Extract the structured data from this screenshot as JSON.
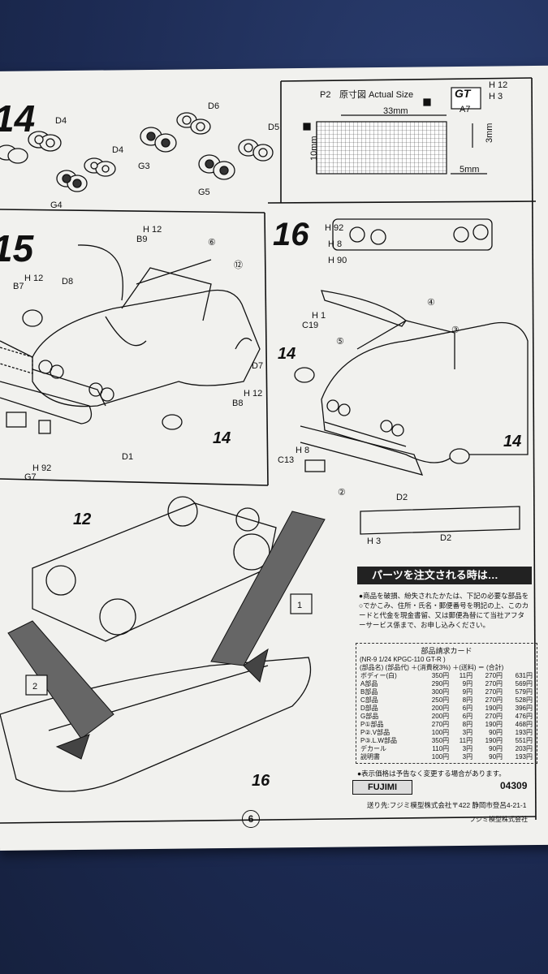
{
  "colors": {
    "paper": "#f1f1ee",
    "ink": "#111111",
    "cloth": "#1f2f5a"
  },
  "step14": {
    "number": "14",
    "labels": [
      "D4",
      "D6",
      "D5",
      "D4",
      "G3",
      "G4",
      "G5"
    ]
  },
  "sticker": {
    "p2": "P2",
    "title": "原寸図 Actual Size",
    "dim_width": "33mm",
    "dim_height": "10mm",
    "dim_side": "3mm",
    "dim_bottom": "5mm",
    "gt_label": "GT",
    "h12": "H 12",
    "h3": "H 3",
    "a7": "A7"
  },
  "step15": {
    "number": "15",
    "labels": {
      "h12_top": "H 12",
      "b9": "B9",
      "star6": "⑥",
      "star12": "⑫",
      "h12_b7": "H 12",
      "b7": "B7",
      "d8": "D8",
      "d7": "D7",
      "h12_b8": "H 12",
      "b8": "B8",
      "callout14": "14",
      "d1": "D1",
      "h92": "H 92",
      "g7": "G7"
    }
  },
  "step16": {
    "number": "16",
    "labels": {
      "h92": "H 92",
      "h8": "H 8",
      "h90": "H 90",
      "h1": "H 1",
      "c19": "C19",
      "star4": "④",
      "star5": "⑤",
      "star3": "③",
      "callout14a": "14",
      "callout14b": "14",
      "h8_c13": "H 8",
      "c13": "C13",
      "star2": "②",
      "d2": "D2",
      "h3": "H 3",
      "d2b": "D2"
    }
  },
  "step17": {
    "label12": "12",
    "label16": "16",
    "box1": "1",
    "box2": "2"
  },
  "order_card": {
    "banner": "パーツを注文される時は…",
    "note": "●商品を破損、紛失されたかたは、下記の必要な部品を○でかこみ、住所・氏名・郵便番号を明記の上、このカードと代金を現金書留、又は郵便為替にて当社アフターサービス係まで、お申し込みください。",
    "table_title": "部品請求カード",
    "product": "(NR-9  1/24  KPGC-110 GT-R )",
    "header": "(部品名) (部品代) ＋(消費税3%) ＋(送料) ＝ (合計)",
    "rows": [
      {
        "name": "ボディー(白)",
        "price": "350円",
        "tax": "11円",
        "ship": "270円",
        "total": "631円"
      },
      {
        "name": "A部品",
        "price": "290円",
        "tax": "9円",
        "ship": "270円",
        "total": "569円"
      },
      {
        "name": "B部品",
        "price": "300円",
        "tax": "9円",
        "ship": "270円",
        "total": "579円"
      },
      {
        "name": "C部品",
        "price": "250円",
        "tax": "8円",
        "ship": "270円",
        "total": "528円"
      },
      {
        "name": "D部品",
        "price": "200円",
        "tax": "6円",
        "ship": "190円",
        "total": "396円"
      },
      {
        "name": "G部品",
        "price": "200円",
        "tax": "6円",
        "ship": "270円",
        "total": "476円"
      },
      {
        "name": "P①部品",
        "price": "270円",
        "tax": "8円",
        "ship": "190円",
        "total": "468円"
      },
      {
        "name": "P②.V部品",
        "price": "100円",
        "tax": "3円",
        "ship": "90円",
        "total": "193円"
      },
      {
        "name": "P③.L.W部品",
        "price": "350円",
        "tax": "11円",
        "ship": "190円",
        "total": "551円"
      },
      {
        "name": "デカール",
        "price": "110円",
        "tax": "3円",
        "ship": "90円",
        "total": "203円"
      },
      {
        "name": "説明書",
        "price": "100円",
        "tax": "3円",
        "ship": "90円",
        "total": "193円"
      }
    ],
    "change_note": "●表示価格は予告なく変更する場合があります。",
    "logo": "FUJIMI",
    "code": "04309",
    "address": "送り先:フジミ模型株式会社〒422 静岡市登呂4-21-1",
    "company": "フジミ模型株式会社"
  },
  "page_number": "6"
}
